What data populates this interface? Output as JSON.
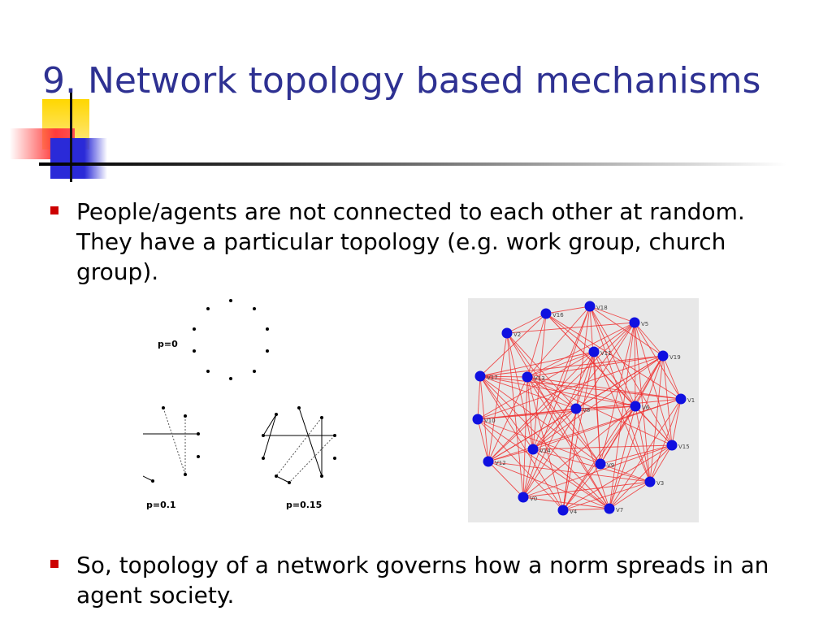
{
  "title": "9. Network topology based mechanisms",
  "bullets": [
    "People/agents are not connected to each other at random. They have a particular topology (e.g. work group, church group).",
    "So, topology of a network governs how a norm spreads in an agent society."
  ],
  "small_world_panels": [
    {
      "label": "p=0"
    },
    {
      "label": "p=0.1"
    },
    {
      "label": "p=0.15"
    }
  ],
  "network_graph": {
    "background": "#e8e8e8",
    "edge_color": "#ee3333",
    "node_color": "#1010e0",
    "nodes": [
      {
        "id": "V18"
      },
      {
        "id": "V16"
      },
      {
        "id": "V5"
      },
      {
        "id": "V19"
      },
      {
        "id": "V11"
      },
      {
        "id": "V17"
      },
      {
        "id": "V13"
      },
      {
        "id": "V1"
      },
      {
        "id": "V8"
      },
      {
        "id": "V6"
      },
      {
        "id": "V10"
      },
      {
        "id": "V15"
      },
      {
        "id": "V14"
      },
      {
        "id": "V12"
      },
      {
        "id": "V9"
      },
      {
        "id": "V3"
      },
      {
        "id": "V0"
      },
      {
        "id": "V4"
      },
      {
        "id": "V7"
      },
      {
        "id": "V2"
      }
    ]
  },
  "colors": {
    "title": "#2e3192",
    "bullet_mark": "#cc0000",
    "deco_yellow": "#ffd700",
    "deco_red": "#ff3b3b",
    "deco_blue": "#2a2ad8"
  }
}
